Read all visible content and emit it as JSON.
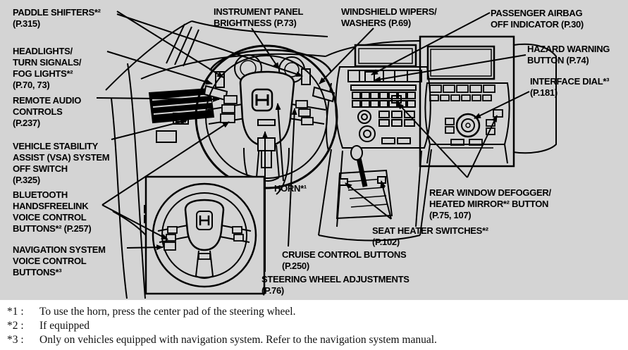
{
  "page": {
    "background_color": "#d4d4d4",
    "footer_background_color": "#ffffff",
    "line_color": "#000000"
  },
  "callouts": {
    "paddle_shifters": {
      "lines": [
        "PADDLE SHIFTERS*²",
        "(P.315)"
      ]
    },
    "headlights": {
      "lines": [
        "HEADLIGHTS/",
        "TURN SIGNALS/",
        "FOG LIGHTS*²",
        "(P.70, 73)"
      ]
    },
    "remote_audio": {
      "lines": [
        "REMOTE AUDIO",
        "CONTROLS",
        "(P.237)"
      ]
    },
    "vsa": {
      "lines": [
        "VEHICLE STABILITY",
        "ASSIST (VSA) SYSTEM",
        "OFF SWITCH",
        "(P.325)"
      ]
    },
    "bluetooth": {
      "lines": [
        "BLUETOOTH",
        "HANDSFREELINK",
        "VOICE CONTROL",
        "BUTTONS*² (P.257)"
      ]
    },
    "nav_voice": {
      "lines": [
        "NAVIGATION SYSTEM",
        "VOICE CONTROL",
        "BUTTONS*³"
      ]
    },
    "brightness": {
      "lines": [
        "INSTRUMENT PANEL",
        "BRIGHTNESS (P.73)"
      ]
    },
    "wipers": {
      "lines": [
        "WINDSHIELD WIPERS/",
        "WASHERS (P.69)"
      ]
    },
    "passenger_airbag": {
      "lines": [
        "PASSENGER AIRBAG",
        "OFF INDICATOR (P.30)"
      ]
    },
    "hazard": {
      "lines": [
        "HAZARD WARNING",
        "BUTTON (P.74)"
      ]
    },
    "interface_dial": {
      "lines": [
        "INTERFACE DIAL*³",
        "(P.181)"
      ]
    },
    "defogger": {
      "lines": [
        "REAR WINDOW DEFOGGER/",
        "HEATED MIRROR*² BUTTON",
        "(P.75, 107)"
      ]
    },
    "seat_heater": {
      "lines": [
        "SEAT HEATER SWITCHES*²",
        "(P.102)"
      ]
    },
    "horn": {
      "lines": [
        "HORN*¹"
      ]
    },
    "cruise": {
      "lines": [
        "CRUISE CONTROL BUTTONS",
        "(P.250)"
      ]
    },
    "steering_adjustments": {
      "lines": [
        "STEERING WHEEL ADJUSTMENTS",
        "(P.76)"
      ]
    }
  },
  "footnotes": [
    {
      "marker": "*1 :",
      "text": "To use the horn, press the center pad of the steering wheel."
    },
    {
      "marker": "*2 :",
      "text": "If equipped"
    },
    {
      "marker": "*3 :",
      "text": "Only on vehicles equipped with navigation system. Refer to the navigation system manual."
    }
  ]
}
